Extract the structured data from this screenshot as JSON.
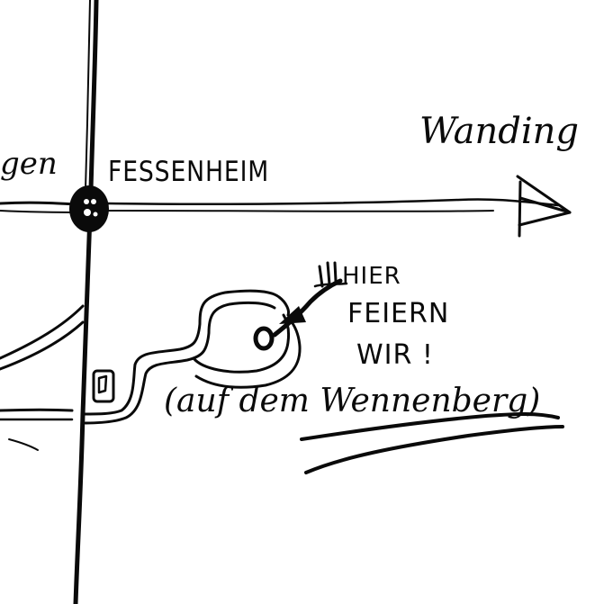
{
  "map": {
    "style": "hand-drawn sketch map, black ink on white",
    "ink_color": "#0a0a0a",
    "background_color": "#ffffff",
    "labels": {
      "left_town_fragment": "gen",
      "town": "FESSENHEIM",
      "direction": "Wanding",
      "destination_line1": "HIER",
      "destination_line2": "FEIERN",
      "destination_line3": "WIR !",
      "destination_note": "(auf dem Wennenberg)"
    },
    "features": [
      {
        "type": "road",
        "name": "vertical-main-road"
      },
      {
        "type": "road",
        "name": "horizontal-main-road",
        "direction_arrow": "right"
      },
      {
        "type": "intersection",
        "name": "fessenheim-junction"
      },
      {
        "type": "road",
        "name": "side-road-lower"
      },
      {
        "type": "road",
        "name": "diagonal-road-left"
      },
      {
        "type": "path",
        "name": "winding-path-to-hill"
      },
      {
        "type": "marker",
        "name": "building-marker"
      },
      {
        "type": "marker",
        "name": "party-location-dot"
      },
      {
        "type": "arrow",
        "name": "pointer-arrow-to-location"
      }
    ]
  }
}
